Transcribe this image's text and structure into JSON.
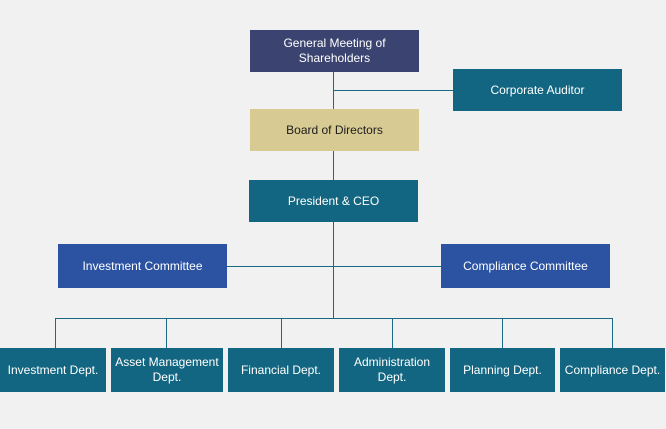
{
  "org": {
    "shareholders": "General Meeting of\nShareholders",
    "auditor": "Corporate Auditor",
    "board": "Board of Directors",
    "ceo": "President & CEO",
    "investment_committee": "Investment Committee",
    "compliance_committee": "Compliance Committee",
    "departments": [
      "Investment Dept.",
      "Asset Management\nDept.",
      "Financial Dept.",
      "Administration\nDept.",
      "Planning Dept.",
      "Compliance Dept."
    ]
  },
  "colors": {
    "background": "#f1f1f1",
    "connector": "#1a6a86",
    "shareholders_box": "#3b4370",
    "board_box": "#d8ca93",
    "teal_box": "#136681",
    "committee_box": "#2b53a1"
  }
}
